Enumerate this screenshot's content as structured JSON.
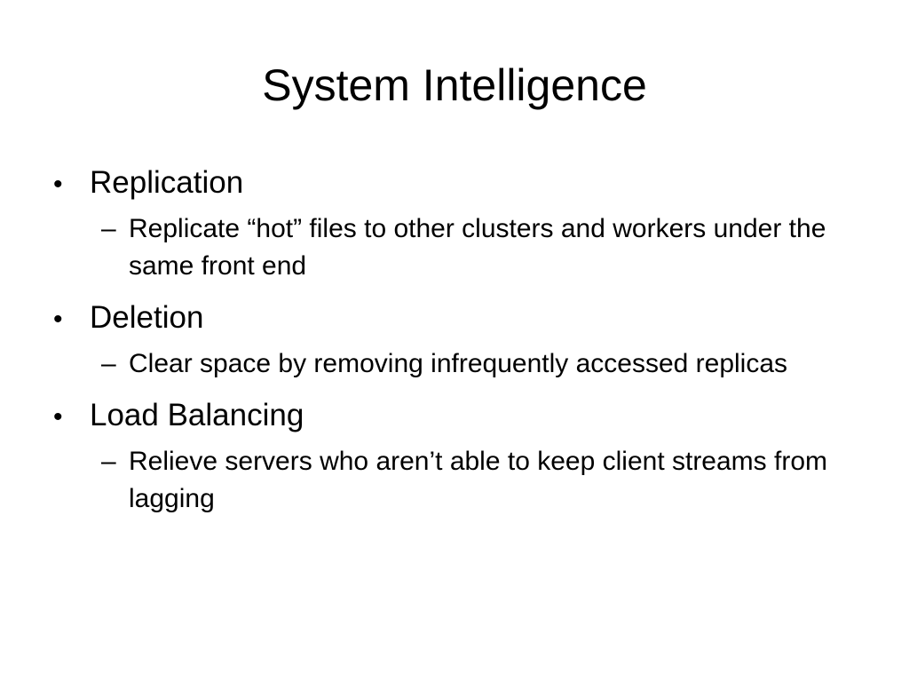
{
  "slide": {
    "title": "System Intelligence",
    "bullets": [
      {
        "text": "Replication",
        "sub": "Replicate “hot” files to other clusters and workers under the same front end"
      },
      {
        "text": "Deletion",
        "sub": "Clear space by removing infrequently accessed replicas"
      },
      {
        "text": "Load Balancing",
        "sub": "Relieve servers who aren’t able to keep client streams from lagging"
      }
    ],
    "bullet_glyph": "•",
    "sub_glyph": "–"
  }
}
